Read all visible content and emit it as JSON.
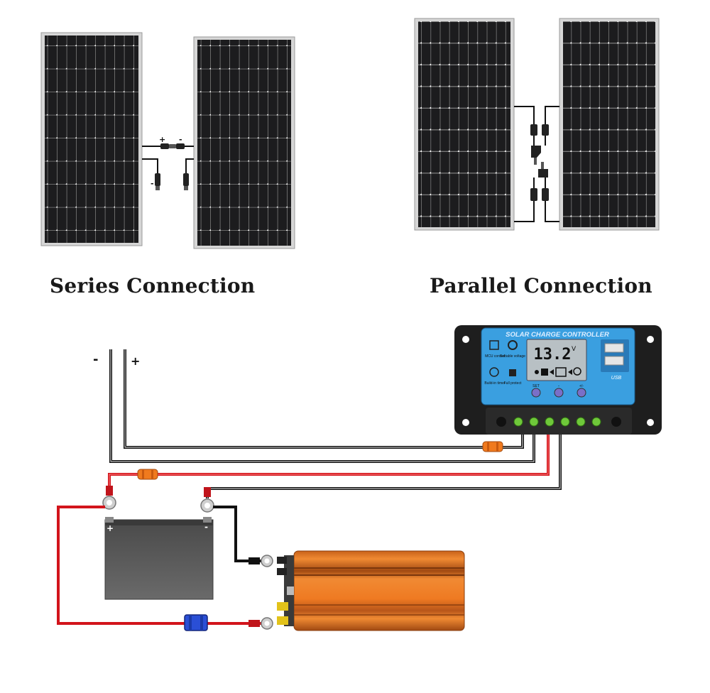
{
  "series": {
    "title": "Series Connection",
    "plus": "+",
    "minus": "-"
  },
  "parallel": {
    "title": "Parallel Connection"
  },
  "pv_input": {
    "minus": "-",
    "plus": "+"
  },
  "controller": {
    "title": "SOLAR CHARGE CONTROLLER",
    "lcd_value": "13.2",
    "lcd_unit": "V",
    "icon_labels": [
      "MCU control",
      "Settable voltage",
      "Build-in timer",
      "Full protect"
    ],
    "button_labels": [
      "SET",
      "-",
      "+/-"
    ],
    "usb_label": "USB"
  },
  "battery": {
    "plus": "+",
    "minus": "-"
  },
  "colors": {
    "panel_cell": "#1c1c1e",
    "panel_frame": "#c8c8c8",
    "controller_face": "#3a9fe0",
    "controller_body": "#1e1e1e",
    "wire_red": "#d2141b",
    "wire_black": "#1a1a1a",
    "fuse_orange": "#f07a1e",
    "fuse_blue": "#2a4fd6",
    "battery_body": "#555555",
    "inverter_orange": "#ef7a22"
  }
}
